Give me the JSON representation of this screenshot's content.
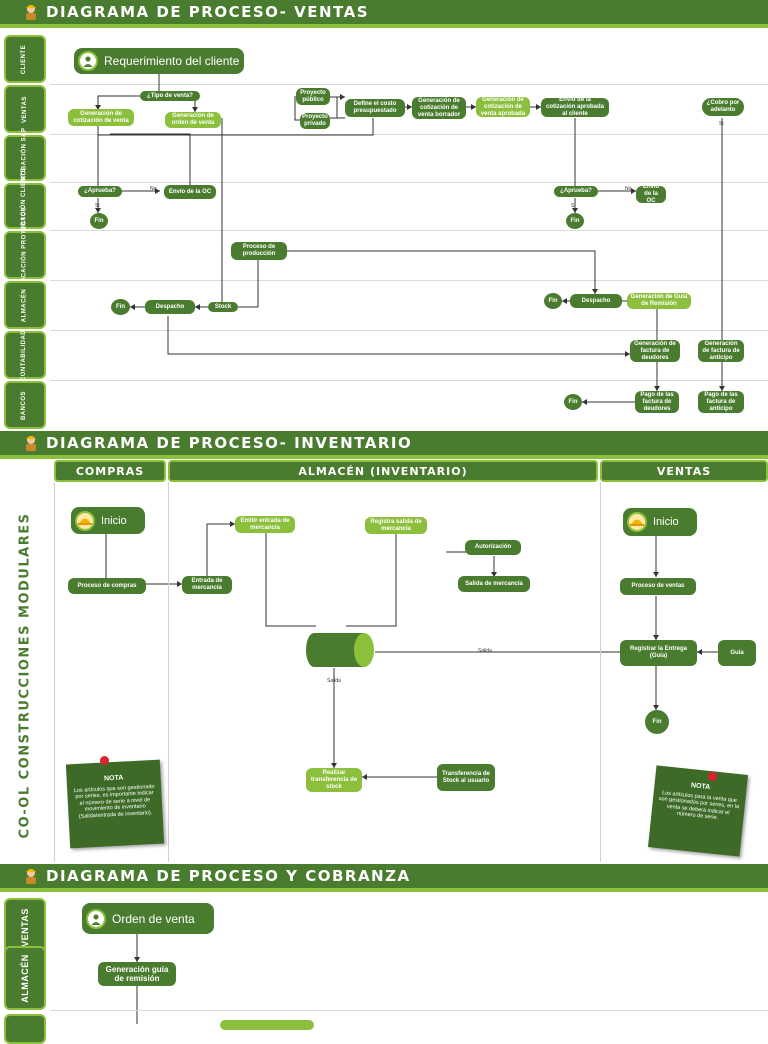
{
  "sections": {
    "ventas_title": "DIAGRAMA DE PROCESO- VENTAS",
    "inventario_title": "DIAGRAMA DE PROCESO- INVENTARIO",
    "cobranza_title": "DIAGRAMA DE PROCESO Y COBRANZA"
  },
  "lanes1": [
    "CLIENTE",
    "VENTAS",
    "APROBACIÓN S&P",
    "APROBACIÓN CLIENTE",
    "PLANIFICACIÓN PROYECTOS",
    "ALMACÉN",
    "CONTABILIDAD",
    "BANCOS"
  ],
  "diagram1": {
    "start": "Requerimiento del cliente",
    "tipo_venta": "¿Tipo de venta?",
    "gen_cotizacion": "Generación de cotización de venta",
    "gen_orden": "Generación de orden de venta",
    "proyecto_publico": "Proyecto público",
    "proyecto_privado": "Proyecto privado",
    "define_costo": "Define el costo presupuestado",
    "cotizacion_borrador": "Generación de cotización de venta borrador",
    "cotizacion_aprobada": "Generación de cotización de venta aprobada",
    "envio_cotizacion": "Envío de la cotización aprobada al cliente",
    "cobro_adelanto": "¿Cobro por adelanto",
    "aprueba1": "¿Aprueba?",
    "envio_oc1": "Envío de la OC",
    "aprueba2": "¿Aprueba?",
    "envio_oc2": "Envío de la OC",
    "no1": "No",
    "no2": "No",
    "si1": "Si",
    "si2": "Si",
    "si3": "Si",
    "fin1": "Fin",
    "fin2": "Fin",
    "proceso_produccion": "Proceso de producción",
    "fin3": "Fin",
    "despacho1": "Despacho",
    "stock": "Stock",
    "fin4": "Fin",
    "despacho2": "Despacho",
    "guia_remision": "Generación de Guía de Remisión",
    "factura_deudores": "Generación de factura de deudores",
    "factura_anticipo": "Generación de factura de anticipo",
    "fin5": "Fin",
    "pago_deudores": "Pago de las factura de deudores",
    "pago_anticipo": "Pago de las factura de anticipo"
  },
  "diagram2": {
    "vertical_title": "CO-OL CONSTRUCCIONES MODULARES",
    "col_compras": "COMPRAS",
    "col_almacen": "ALMACÉN (INVENTARIO)",
    "col_ventas": "VENTAS",
    "inicio1": "Inicio",
    "inicio2": "Inicio",
    "proceso_compras": "Proceso de compras",
    "entrada_mercancia": "Entrada de mercancía",
    "emitir_entrada": "Emitir entrada de mercancía",
    "registra_salida": "Registra salida de mercancía",
    "autorizacion": "Autorización",
    "salida_mercancia": "Salida de mercancía",
    "proceso_ventas": "Proceso de ventas",
    "salida_label1": "Salida",
    "salida_label2": "Salida",
    "registrar_entrega": "Registrar la Entrega (Guía)",
    "guia": "Guía",
    "fin": "Fin",
    "realizar_transferencia": "Realizar transferencia de stock",
    "transferencia_usuario": "Transferencia de Stock al usuario",
    "note1_title": "NOTA",
    "note1_text": "Los artículos que son gestionado por series, es importante indicar el número de serie a nivel de movimiento de inventario (Salida/entrada de inventario).",
    "note2_title": "NOTA",
    "note2_text": "Los artículos para la venta que son gestionados por series, en la venta se deberá indicar el número de serie."
  },
  "lanes3": [
    "VENTAS",
    "ALMACÉN"
  ],
  "diagram3": {
    "orden_venta": "Orden de venta",
    "guia_remision": "Generación guía de remisión"
  },
  "colors": {
    "dark_green": "#4a7c2f",
    "light_green": "#8bbf3c",
    "line": "#333333"
  }
}
